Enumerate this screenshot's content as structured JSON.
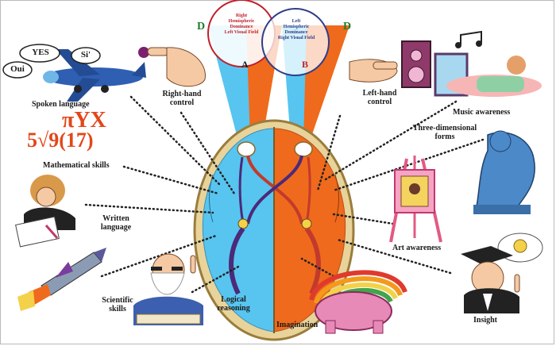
{
  "colors": {
    "right_hemisphere": "#57c5f0",
    "left_hemisphere": "#ef6a1c",
    "right_circle": "#c0202b",
    "left_circle": "#2f3d8a",
    "d_letters": "#1f7a2e",
    "label_a": "#1a1a1a",
    "label_b": "#c0202b",
    "math": "#e2471a",
    "dotted_lines": "#222222"
  },
  "top": {
    "d_left": "D",
    "d_right": "D",
    "right_circle_text": "Right\nHemispheric\nDominance\nLeft Visual Field",
    "left_circle_text": "Left\nHemispheric\nDominance\nRight Visual Field",
    "label_a": "A",
    "label_b": "B"
  },
  "balloons": {
    "yes": "YES",
    "si": "Si'",
    "oui": "Oui"
  },
  "math": {
    "line1": "πYX",
    "line2": "5√9(17)"
  },
  "labels": {
    "spoken_language": "Spoken language",
    "right_hand_control": "Right-hand\ncontrol",
    "left_hand_control": "Left-hand\ncontrol",
    "music_awareness": "Music awareness",
    "three_dimensional_forms": "Three-dimensional\nforms",
    "mathematical_skills": "Mathematical skills",
    "written_language": "Written\nlanguage",
    "art_awareness": "Art awareness",
    "scientific_skills": "Scientific\nskills",
    "logical_reasoning": "Logical\nreasoning",
    "imagination": "Imagination",
    "insight": "Insight"
  },
  "icons": {
    "airplane": "airplane-icon",
    "finger_right": "pointing-finger-icon",
    "finger_left": "pointing-finger-icon",
    "speaker": "speaker-icon",
    "music": "music-note-icon",
    "thinker": "thinker-statue-icon",
    "easel": "easel-painting-icon",
    "writer": "writing-person-icon",
    "rocket": "rocket-icon",
    "wise_man": "bearded-man-icon",
    "rainbow_pot": "rainbow-pot-icon",
    "scholar": "graduate-idea-icon"
  }
}
